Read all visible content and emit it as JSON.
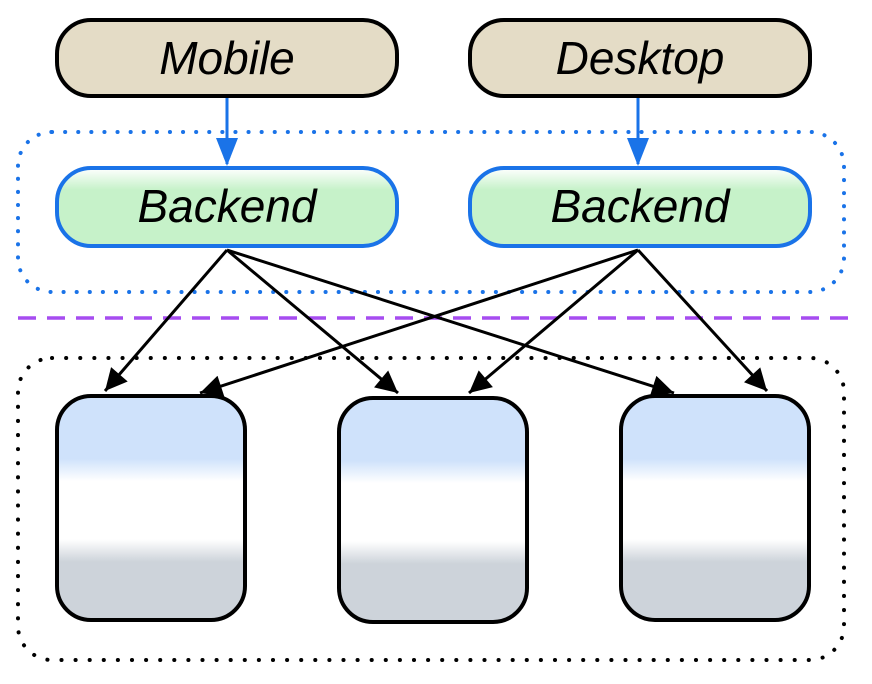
{
  "diagram": {
    "clients": [
      {
        "label": "Mobile"
      },
      {
        "label": "Desktop"
      }
    ],
    "backends": [
      {
        "label": "Backend"
      },
      {
        "label": "Backend"
      }
    ],
    "services": [
      {
        "label": ""
      },
      {
        "label": ""
      },
      {
        "label": ""
      }
    ],
    "edges": [
      {
        "from": "mobile-client",
        "to": "backend-1",
        "color": "#1a73e8"
      },
      {
        "from": "desktop-client",
        "to": "backend-2",
        "color": "#1a73e8"
      },
      {
        "from": "backend-1",
        "to": "service-1",
        "color": "#000000"
      },
      {
        "from": "backend-1",
        "to": "service-2",
        "color": "#000000"
      },
      {
        "from": "backend-1",
        "to": "service-3",
        "color": "#000000"
      },
      {
        "from": "backend-2",
        "to": "service-1",
        "color": "#000000"
      },
      {
        "from": "backend-2",
        "to": "service-2",
        "color": "#000000"
      },
      {
        "from": "backend-2",
        "to": "service-3",
        "color": "#000000"
      }
    ],
    "colors": {
      "client_fill": "#e4dcc6",
      "backend_fill": "#c6f2c9",
      "backend_stroke": "#1a73e8",
      "service_top": "#cfe2fb",
      "service_bottom": "#cdd3da",
      "backend_group_border": "#1a73e8",
      "divider": "#a64cf0",
      "service_group_border": "#000000"
    }
  }
}
